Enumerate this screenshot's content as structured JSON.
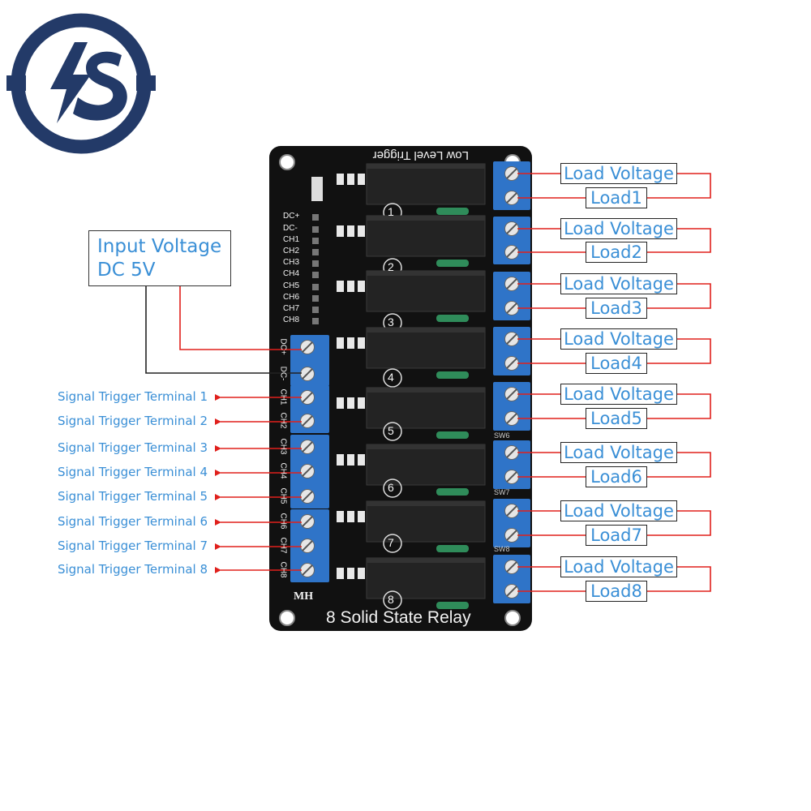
{
  "brand": {
    "logo_glyph": "S",
    "logo_color": "#233a68"
  },
  "board": {
    "title": "8 Solid State Relay",
    "top_label": "Low Level Trigger",
    "mark": "MH",
    "pin_labels": [
      "DC+",
      "DC-",
      "CH1",
      "CH2",
      "CH3",
      "CH4",
      "CH5",
      "CH6",
      "CH7",
      "CH8"
    ],
    "terminal_labels": [
      "DC+",
      "DC-",
      "CH1",
      "CH2",
      "CH3",
      "CH4",
      "CH5",
      "CH6",
      "CH7",
      "CH8"
    ],
    "relay_numbers": [
      "1",
      "2",
      "3",
      "4",
      "5",
      "6",
      "7",
      "8"
    ],
    "sw_labels": [
      "SW6",
      "SW7",
      "SW8"
    ],
    "colors": {
      "pcb": "#111111",
      "terminal": "#2f74c8",
      "relay": "#222222",
      "resistor": "#2f8c5a"
    }
  },
  "input_voltage": {
    "line1": "Input Voltage",
    "line2": "DC 5V"
  },
  "signal_triggers": [
    "Signal Trigger Terminal 1",
    "Signal Trigger Terminal 2",
    "Signal Trigger Terminal 3",
    "Signal Trigger Terminal 4",
    "Signal Trigger Terminal 5",
    "Signal Trigger Terminal 6",
    "Signal Trigger Terminal 7",
    "Signal Trigger Terminal 8"
  ],
  "loads": [
    {
      "voltage": "Load Voltage",
      "load": "Load1"
    },
    {
      "voltage": "Load Voltage",
      "load": "Load2"
    },
    {
      "voltage": "Load Voltage",
      "load": "Load3"
    },
    {
      "voltage": "Load Voltage",
      "load": "Load4"
    },
    {
      "voltage": "Load Voltage",
      "load": "Load5"
    },
    {
      "voltage": "Load Voltage",
      "load": "Load6"
    },
    {
      "voltage": "Load Voltage",
      "load": "Load7"
    },
    {
      "voltage": "Load Voltage",
      "load": "Load8"
    }
  ],
  "colors": {
    "label_text": "#3a8fd6",
    "wire_red": "#e0201c",
    "wire_black": "#222222"
  }
}
